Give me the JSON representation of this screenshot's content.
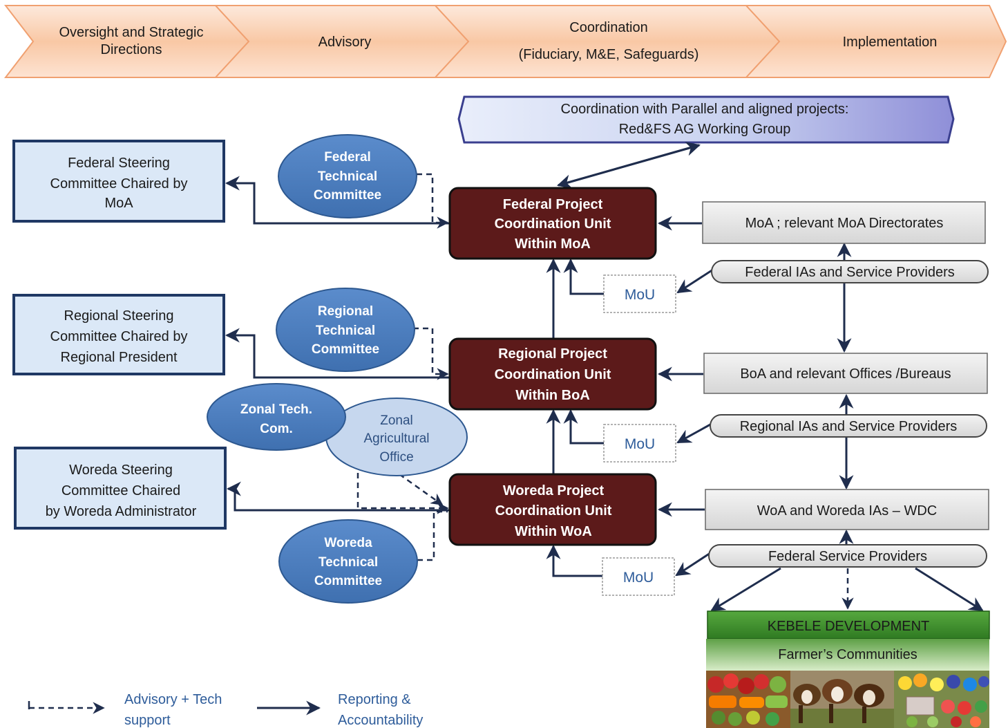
{
  "header_steps": [
    {
      "line1": "Oversight and Strategic",
      "line2": "Directions"
    },
    {
      "line1": "Advisory",
      "line2": ""
    },
    {
      "line1": "Coordination",
      "line2": "(Fiduciary, M&E, Safeguards)"
    },
    {
      "line1": "Implementation",
      "line2": ""
    }
  ],
  "parallel_projects": {
    "line1": "Coordination with Parallel and aligned projects:",
    "line2": "Red&FS  AG Working Group"
  },
  "steering_committees": {
    "federal": [
      "Federal Steering",
      "Committee Chaired by",
      "MoA"
    ],
    "regional": [
      "Regional Steering",
      "Committee Chaired by",
      "Regional President"
    ],
    "woreda": [
      "Woreda Steering",
      "Committee  Chaired",
      "by Woreda Administrator"
    ]
  },
  "technical_committees": {
    "federal": [
      "Federal",
      "Technical",
      "Committee"
    ],
    "regional": [
      "Regional",
      "Technical",
      "Committee"
    ],
    "zonal": [
      "Zonal Tech.",
      "Com."
    ],
    "zonal_office": [
      "Zonal",
      "Agricultural",
      "Office"
    ],
    "woreda": [
      "Woreda",
      "Technical",
      "Committee"
    ]
  },
  "coordination_units": {
    "federal": [
      "Federal Project",
      "Coordination Unit",
      "Within MoA"
    ],
    "regional": [
      "Regional Project",
      "Coordination Unit",
      "Within BoA"
    ],
    "woreda": [
      "Woreda Project",
      "Coordination Unit",
      "Within WoA"
    ]
  },
  "mou_label": "MoU",
  "implementers": {
    "moa": "MoA ; relevant MoA Directorates",
    "federal_ias": "Federal IAs and Service Providers",
    "boa": "BoA and relevant Offices /Bureaus",
    "regional_ias": "Regional IAs and Service Providers",
    "woa": "WoA and Woreda IAs – WDC",
    "federal_sp": "Federal Service Providers"
  },
  "kebele": {
    "title": "KEBELE DEVELOPMENT",
    "subtitle": "Farmer’s Communities"
  },
  "legend": {
    "advisory": [
      "Advisory + Tech",
      "support"
    ],
    "reporting": [
      "Reporting &",
      "Accountability"
    ]
  },
  "colors": {
    "chevron_light": "#fde9dc",
    "chevron_mid": "#f8c9a8",
    "chevron_border": "#f0a070",
    "steering_fill": "#dbe8f7",
    "steering_border": "#1f3864",
    "ellipse_fill": "#4f81bd",
    "ellipse_light": "#c6d7ee",
    "unit_fill": "#5c1a1a",
    "gray_fill": "#e6e6e6",
    "arrow": "#1f2d4d",
    "kebele_green": "#3f8f2f",
    "legend_text": "#2e5c9a"
  }
}
